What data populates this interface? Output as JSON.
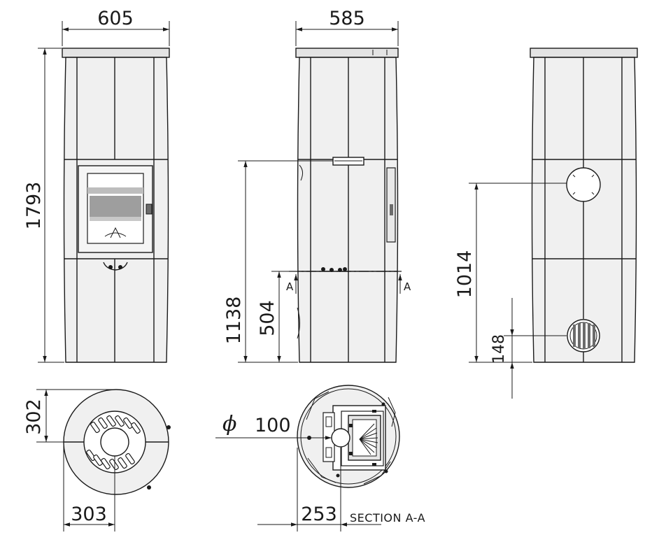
{
  "front_view": {
    "width_dim": "605",
    "height_dim": "1793"
  },
  "side_view": {
    "width_dim": "585",
    "height_dim": "1138",
    "section_height_dim": "504",
    "section_marker_left": "A",
    "section_marker_right": "A"
  },
  "rear_view": {
    "outlet_height_dim": "1014",
    "inlet_height_dim": "148"
  },
  "top_view": {
    "depth_dim": "302",
    "offset_dim": "303"
  },
  "section_view": {
    "flue_symbol": "ϕ",
    "flue_diameter": "100",
    "offset_dim": "253",
    "label": "SECTION A-A"
  }
}
